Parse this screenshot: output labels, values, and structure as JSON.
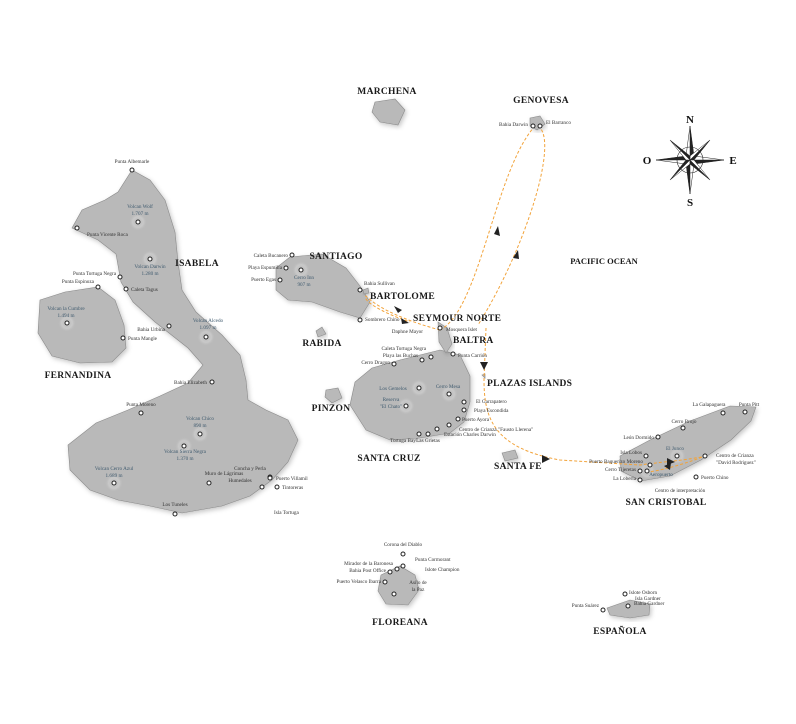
{
  "islands": {
    "marchena": "MARCHENA",
    "genovesa": "GENOVESA",
    "isabela": "ISABELA",
    "fernandina": "FERNANDINA",
    "santiago": "SANTIAGO",
    "bartolome": "BARTOLOME",
    "seymour": "SEYMOUR NORTE",
    "baltra": "BALTRA",
    "rabida": "RABIDA",
    "pinzon": "PINZON",
    "plazas": "PLAZAS ISLANDS",
    "santa_cruz": "SANTA CRUZ",
    "santa_fe": "SANTA FE",
    "san_cristobal": "SAN CRISTOBAL",
    "floreana": "FLOREANA",
    "espanola": "ESPAÑOLA"
  },
  "ocean_label": "PACIFIC OCEAN",
  "compass": {
    "north": "N",
    "south": "S",
    "east": "E",
    "west": "O"
  },
  "route_color": "#f2a33a",
  "places": [
    {
      "name": "Punta Albemarle"
    },
    {
      "name": "Volcan Wolf",
      "detail": "1.707 m",
      "volcano": true
    },
    {
      "name": "Punta Vicente Roca"
    },
    {
      "name": "Volcan Darwin",
      "detail": "1.280 m",
      "volcano": true
    },
    {
      "name": "Punta Tortuga Negra"
    },
    {
      "name": "Punta Espinoza"
    },
    {
      "name": "Caleta Tagus"
    },
    {
      "name": "Volcan la Cumbre",
      "detail": "1.494 m",
      "volcano": true
    },
    {
      "name": "Bahia Urbina"
    },
    {
      "name": "Volcan Alcedo",
      "detail": "1.097 m",
      "volcano": true
    },
    {
      "name": "Punta Mangle"
    },
    {
      "name": "Bahia Elizabeth"
    },
    {
      "name": "Punta Moreno"
    },
    {
      "name": "Volcan Chico",
      "detail": "890 m",
      "volcano": true
    },
    {
      "name": "Volcan Sierra Negra",
      "detail": "1.370 m",
      "volcano": true
    },
    {
      "name": "Volcan Cerro Azul",
      "detail": "1.689 m",
      "volcano": true
    },
    {
      "name": "Muro de Lágrimas"
    },
    {
      "name": "Concha y Perla"
    },
    {
      "name": "Humedales"
    },
    {
      "name": "Puerto Villamil"
    },
    {
      "name": "Tintoreras"
    },
    {
      "name": "Los Tuneles"
    },
    {
      "name": "Isla Tortuga"
    },
    {
      "name": "Caleta Bucanero"
    },
    {
      "name": "Playa Espumilla"
    },
    {
      "name": "Cerro Inn",
      "detail": "907 m",
      "volcano": true
    },
    {
      "name": "Puerto Egas"
    },
    {
      "name": "Bahia Sullivan"
    },
    {
      "name": "Sombrero Chino"
    },
    {
      "name": "Daphne Mayor"
    },
    {
      "name": "Mosquera Islet"
    },
    {
      "name": "Caleta Tortuga Negra"
    },
    {
      "name": "Playa las Buchas"
    },
    {
      "name": "Cerro Dragon"
    },
    {
      "name": "Punta Carrión"
    },
    {
      "name": "Los Gemelos",
      "volcano": true
    },
    {
      "name": "Cerro Mesa",
      "volcano": true
    },
    {
      "name": "Reserva",
      "detail": "\"El Chato\"",
      "volcano": true
    },
    {
      "name": "El Garrapatero"
    },
    {
      "name": "Playa Escondida"
    },
    {
      "name": "Puerto Ayora"
    },
    {
      "name": "Centro de Crianza \"Fausto Llerena\""
    },
    {
      "name": "Estación Charles Darwin"
    },
    {
      "name": "Tortuga Bay"
    },
    {
      "name": "Las Grietas"
    },
    {
      "name": "La Galapaguera"
    },
    {
      "name": "Punta Pitt"
    },
    {
      "name": "Cerro Brujo"
    },
    {
      "name": "León Dormido"
    },
    {
      "name": "Isla Lobos"
    },
    {
      "name": "El Junco",
      "volcano": true
    },
    {
      "name": "Centro de Crianza",
      "detail": "\"David Rodriguez\""
    },
    {
      "name": "Puerto Baquerizo Moreno"
    },
    {
      "name": "Cerro Tijeretas"
    },
    {
      "name": "Aeropuerto",
      "volcano": true
    },
    {
      "name": "Puerto Chino"
    },
    {
      "name": "La Lobería"
    },
    {
      "name": "Centro de interpretación"
    },
    {
      "name": "Corona del Diablo"
    },
    {
      "name": "Punta Cormorant"
    },
    {
      "name": "Islote Champion"
    },
    {
      "name": "Mirador de la Baronesa"
    },
    {
      "name": "Bahia Post Office"
    },
    {
      "name": "Puerto Velasco Ibarra"
    },
    {
      "name": "Asilo de",
      "detail": "la Paz"
    },
    {
      "name": "Islote Osborn"
    },
    {
      "name": "Isla Gardner"
    },
    {
      "name": "Bahia Gardner"
    },
    {
      "name": "Punta Suárez"
    },
    {
      "name": "Bahia Darwin"
    },
    {
      "name": "El Barranco"
    }
  ]
}
